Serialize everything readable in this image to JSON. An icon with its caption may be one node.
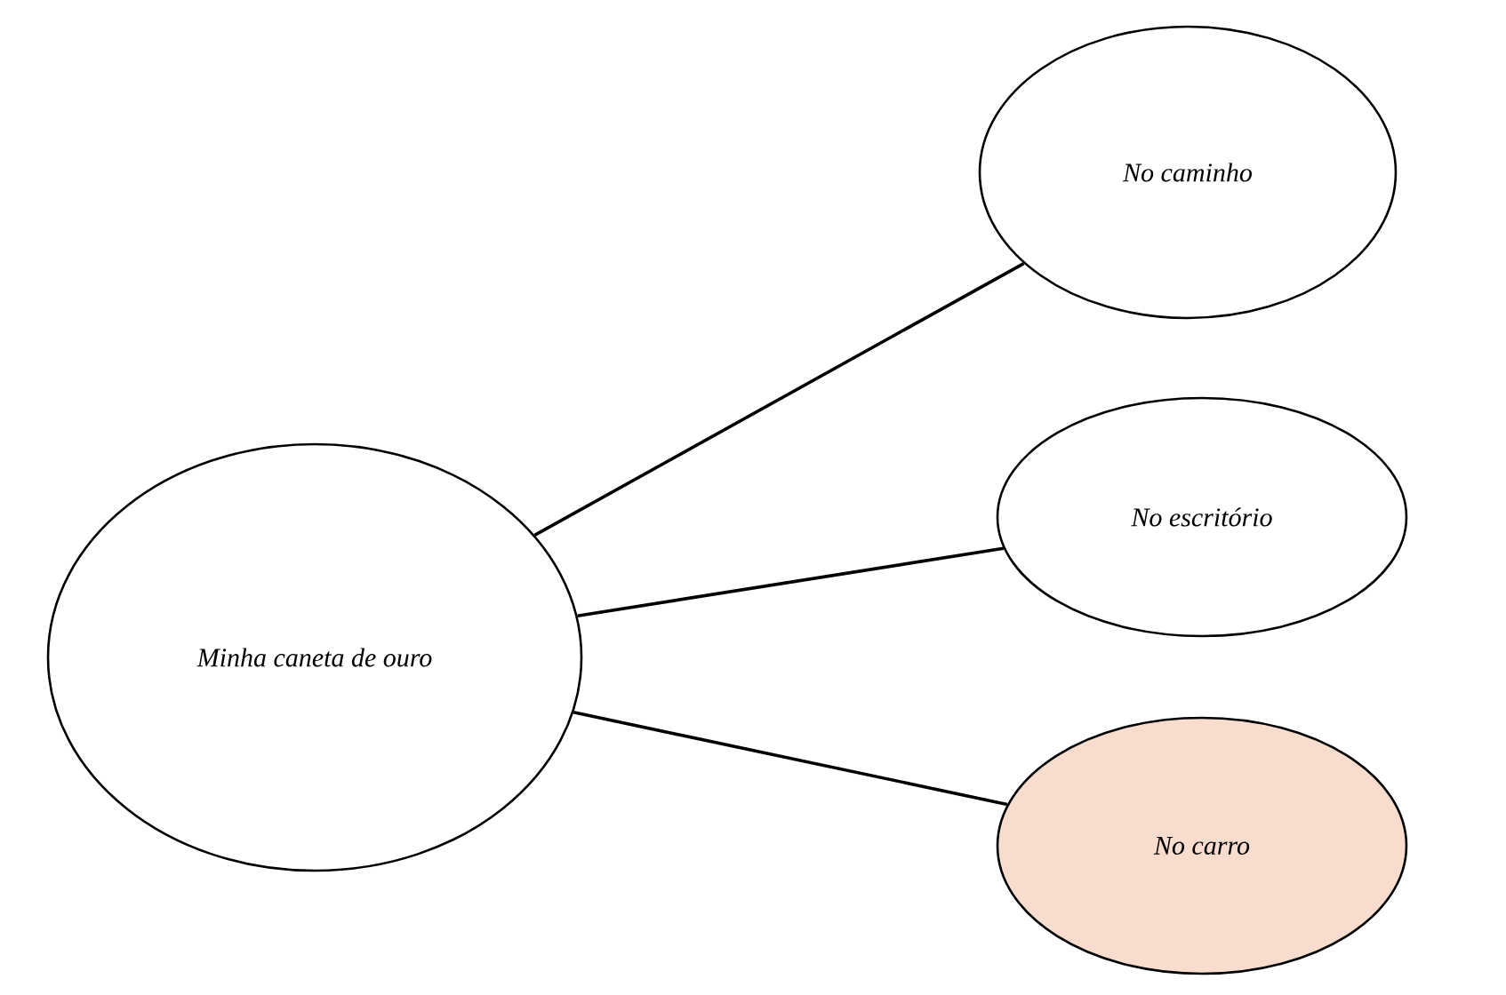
{
  "diagram": {
    "nodes": [
      {
        "text": [
          "Minha caneta de ouro"
        ]
      },
      {
        "text": [
          "No caminho"
        ]
      },
      {
        "text": [
          "No escritório"
        ]
      },
      {
        "text": [
          "No carro"
        ]
      }
    ],
    "edges": [
      {
        "from": 0,
        "to": 1,
        "arrow": "none"
      },
      {
        "from": 0,
        "to": 2,
        "arrow": "none"
      },
      {
        "from": 0,
        "to": 3,
        "arrow": "none"
      }
    ]
  }
}
